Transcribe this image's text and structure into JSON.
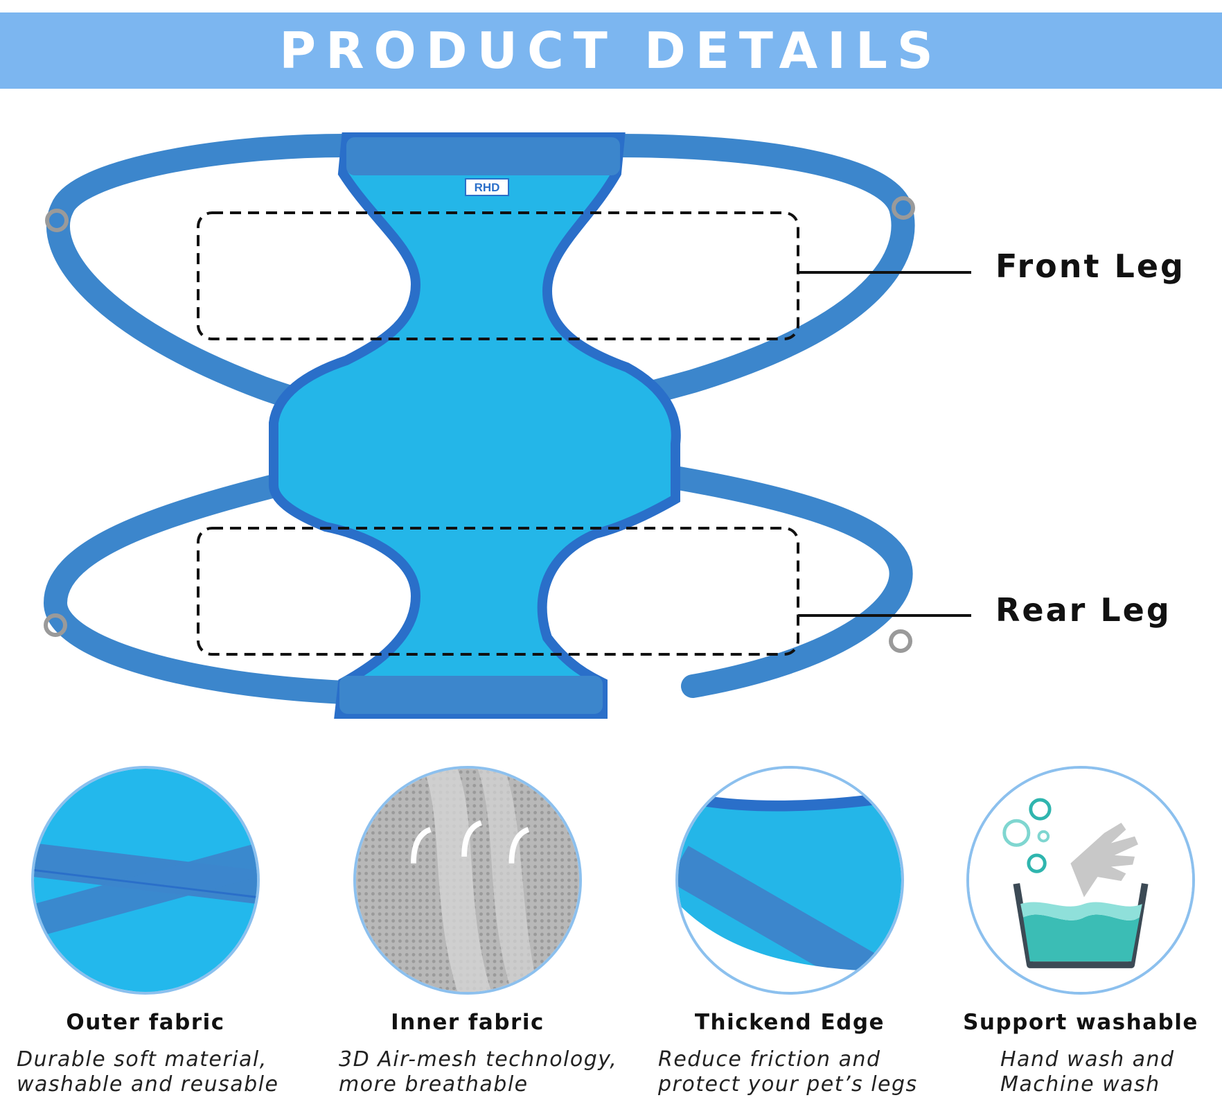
{
  "header": {
    "title": "PRODUCT DETAILS"
  },
  "product": {
    "brand_tag": "RHD",
    "callouts": {
      "front": "Front Leg",
      "rear": "Rear Leg"
    }
  },
  "features": [
    {
      "title": "Outer fabric",
      "desc_line1": "Durable soft material,",
      "desc_line2": "washable and reusable"
    },
    {
      "title": "Inner fabric",
      "desc_line1": "3D Air-mesh technology,",
      "desc_line2": "more breathable"
    },
    {
      "title": "Thickend Edge",
      "desc_line1": "Reduce friction and",
      "desc_line2": "protect your pet’s legs"
    },
    {
      "title": "Support washable",
      "desc_line1": "Hand wash and",
      "desc_line2": "Machine wash"
    }
  ],
  "colors": {
    "banner": "#7cb6f0",
    "fabric": "#24b6e8",
    "strap": "#3c86cc",
    "edge": "#2a6fc9"
  }
}
